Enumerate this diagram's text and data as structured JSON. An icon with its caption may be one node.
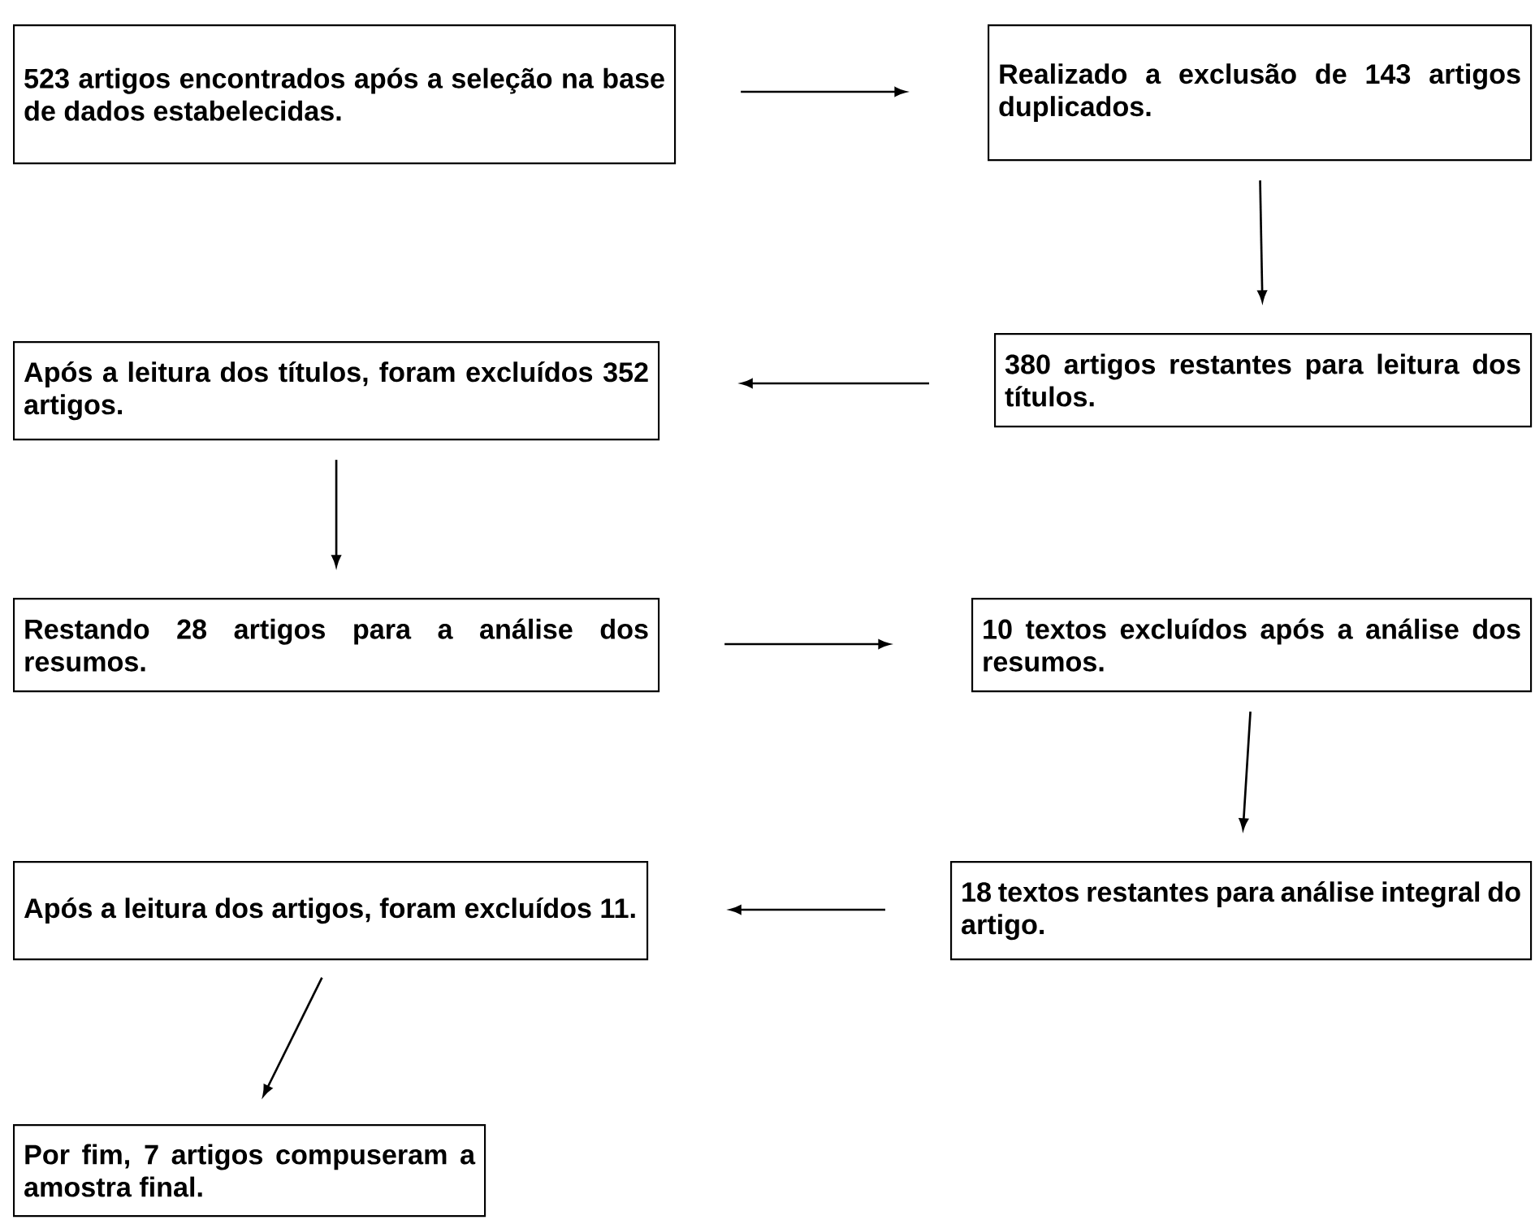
{
  "diagram": {
    "nodes": [
      {
        "text": [
          "523 artigos encontrados após a seleção na base de dados estabelecidas."
        ]
      },
      {
        "text": [
          "Realizado a exclusão de 143 artigos duplicados."
        ]
      },
      {
        "text": [
          "380 artigos restantes para leitura dos títulos."
        ]
      },
      {
        "text": [
          "Após a leitura dos títulos, foram excluídos 352 artigos."
        ]
      },
      {
        "text": [
          "Restando 28 artigos para a análise dos resumos."
        ]
      },
      {
        "text": [
          "10 textos excluídos após a análise dos resumos."
        ]
      },
      {
        "text": [
          "18 textos restantes para análise integral do artigo."
        ]
      },
      {
        "text": [
          "Após a leitura dos artigos, foram excluídos 11."
        ]
      },
      {
        "text": [
          "Por fim, 7 artigos compuseram a amostra final."
        ]
      }
    ],
    "edges": [
      {
        "from": 0,
        "to": 1,
        "arrow": "to"
      },
      {
        "from": 1,
        "to": 2,
        "arrow": "to"
      },
      {
        "from": 2,
        "to": 3,
        "arrow": "to"
      },
      {
        "from": 3,
        "to": 4,
        "arrow": "to"
      },
      {
        "from": 4,
        "to": 5,
        "arrow": "to"
      },
      {
        "from": 5,
        "to": 6,
        "arrow": "to"
      },
      {
        "from": 6,
        "to": 7,
        "arrow": "to"
      },
      {
        "from": 7,
        "to": 8,
        "arrow": "to"
      }
    ]
  }
}
